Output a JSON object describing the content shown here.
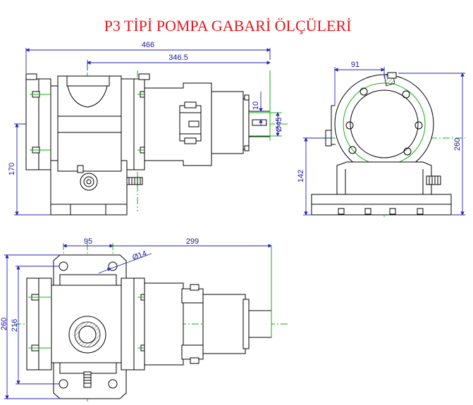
{
  "title": "P3 TİPİ POMPA GABARİ ÖLÇÜLERİ",
  "dimensions": {
    "overall_length": "466",
    "flange_to_shaft_end": "346.5",
    "shaft_key_width": "10",
    "shaft_diameter": "Ø45",
    "shaft_height": "170",
    "side_width": "91",
    "side_center_height": "142",
    "side_total_height": "260",
    "foot_bolt_spacing": "95",
    "foot_hole_diameter": "Ø14",
    "foot_to_shaft_end": "299",
    "base_total_width": "260",
    "base_bolt_spacing": "216"
  }
}
